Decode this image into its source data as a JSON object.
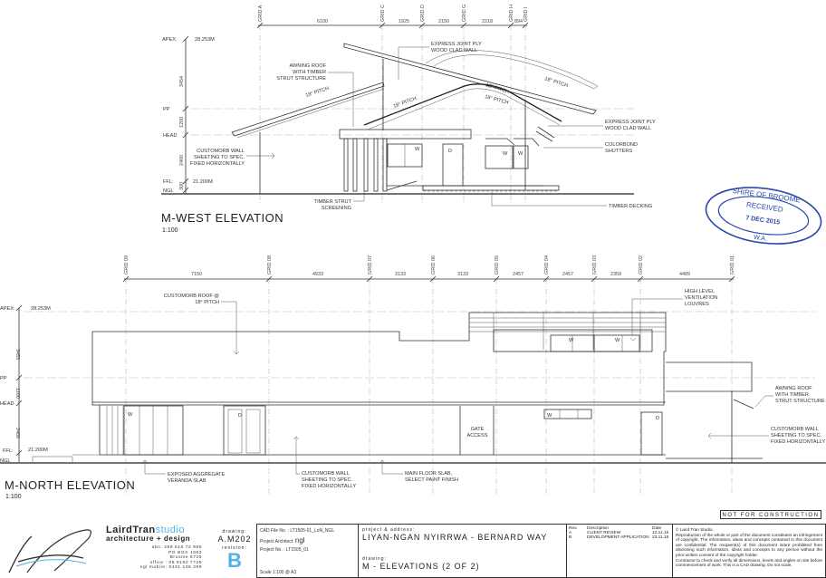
{
  "pitch": "18° PITCH",
  "window_tag": "W",
  "door_tag": "D",
  "levels": {
    "apex": "APEX:",
    "apex_val": "28.253M",
    "pp": "PP",
    "head": "HEAD",
    "ffl": "FFL:",
    "ffl_val": "21.200M",
    "ngl": "NGL"
  },
  "west": {
    "title": "M-WEST ELEVATION",
    "scale": "1:100",
    "grids": [
      "GRID A",
      "GRID C",
      "GRID D",
      "GRID G",
      "GRID H",
      "GRID I"
    ],
    "dims": [
      "6100",
      "1925",
      "2150",
      "2218",
      "894"
    ],
    "vdims": [
      "3454",
      "1200",
      "2400",
      "300"
    ],
    "notes": {
      "awning": [
        "AWNING ROOF",
        "WITH TIMBER",
        "STRUT STRUCTURE"
      ],
      "express_top": [
        "EXPRESS JOINT PLY",
        "WOOD CLAD WALL"
      ],
      "wall": [
        "CUSTOMORB WALL",
        "SHEETING TO SPEC.",
        "FIXED HORIZONTALLY"
      ],
      "express_right": [
        "EXPRESS JOINT PLY",
        "WOOD CLAD WALL"
      ],
      "shutters": [
        "COLORBOND",
        "SHUTTERS"
      ],
      "decking": "TIMBER DECKING",
      "screening": [
        "TIMBER STRUT",
        "SCREENING"
      ]
    }
  },
  "north": {
    "title": "M-NORTH ELEVATION",
    "scale": "1:100",
    "grids": [
      "GRID 09",
      "GRID 08",
      "GRID 07",
      "GRID 06",
      "GRID 05",
      "GRID 04",
      "GRID 03",
      "GRID 02",
      "GRID 01"
    ],
    "dims": [
      "7150",
      "4933",
      "3133",
      "3133",
      "2457",
      "2457",
      "2359",
      "4489"
    ],
    "vdims": [
      "3453",
      "1200",
      "2400"
    ],
    "notes": {
      "roof": [
        "CUSTOMORB ROOF @",
        "18° PITCH"
      ],
      "louvres": [
        "HIGH LEVEL",
        "VENTILATION",
        "LOUVRES"
      ],
      "awning": [
        "AWNING ROOF",
        "WITH TIMBER",
        "STRUT STRUCTURE"
      ],
      "wall_right": [
        "CUSTOMORB WALL",
        "SHEETING TO SPEC.",
        "FIXED HORIZONTALLY"
      ],
      "veranda": [
        "EXPOSED AGGREGATE",
        "VERANDA SLAB"
      ],
      "wall": [
        "CUSTOMORB WALL",
        "SHEETING TO SPEC.",
        "FIXED HORIZONTALLY"
      ],
      "slab": [
        "MAIN FLOOR SLAB,",
        "SELECT PAINT FINISH"
      ],
      "gate": [
        "GATE",
        "ACCESS"
      ]
    }
  },
  "stamp": {
    "top": "SHIRE OF BROOME",
    "received": "RECEIVED",
    "date": "7 DEC 2015",
    "bottom": "W.A.",
    "color": "#2b4aa8"
  },
  "title_block": {
    "not_for_construction": "NOT FOR CONSTRUCTION",
    "firm_name_a": "LairdTran",
    "firm_name_b": "studio",
    "firm_tagline": "architecture + design",
    "abn": "abn: 299 616 72 995",
    "po_box": "PO BOX 1063",
    "town": "Broome 6725",
    "office": "office : 08 9192 7729",
    "mobile": "ngl mobile: 0431 136 299",
    "drawing_label": "drawing:",
    "drawing_no": "A.M202",
    "revision_label": "revision:",
    "revision": "B",
    "cad_file": "CAD File No. : LT1505-01_LoN_NGL",
    "architect_label": "Project Architect:",
    "architect": "ngl",
    "project_no": "Project No. : LT1505_01",
    "scale": "Scale 1:100 @ A3",
    "project_label": "project & address:",
    "project": "LIYAN-NGAN NYIRRWA  - BERNARD WAY",
    "drawing_title_label": "drawing:",
    "drawing_title": "M - ELEVATIONS (2 OF 2)",
    "rev_headers": [
      "Rev.",
      "Description",
      "Date"
    ],
    "revisions": [
      {
        "rev": "A",
        "desc": "CLIENT REVIEW",
        "date": "12.11.15"
      },
      {
        "rev": "B",
        "desc": "DEVELOPMENT APPLICATION",
        "date": "23.11.15"
      }
    ],
    "copyright_title": "© Laird Tran Studio.",
    "copyright": "Reproduction of the whole or part of the document constitutes an infringement of copyright. The information, ideas and concepts contained in this document are confidential. The recipient(s) of this document is/are prohibited from disclosing such information, ideas and concepts to any person without the prior written consent of the copyright holder.",
    "disclaimer": "Contractor to check and verify all dimensions, levels and angles on site before commencement of work. This is a CAD drawing. Do not scale.",
    "brand_color": "#4fb3e8"
  }
}
